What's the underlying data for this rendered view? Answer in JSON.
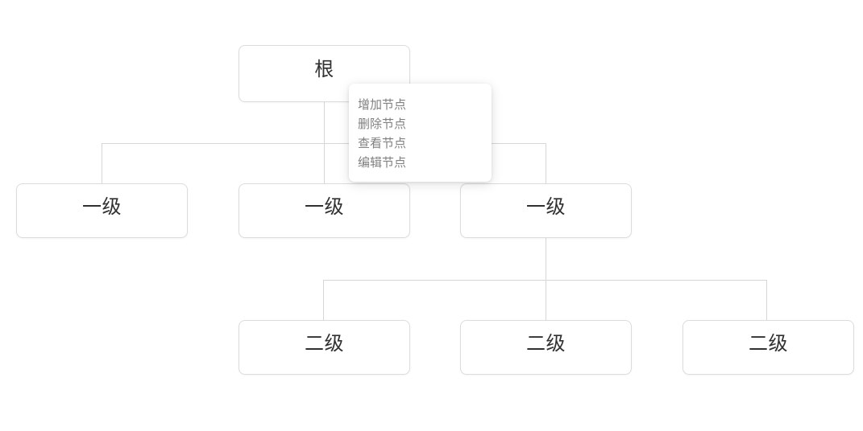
{
  "canvas": {
    "background": "#ffffff",
    "line_color": "#d6d6d6",
    "node_border_color": "#dcdcdc",
    "node_text_color": "#303030",
    "menu_text_color": "#808080"
  },
  "tree": {
    "root": {
      "label": "根"
    },
    "level1": [
      {
        "label": "一级"
      },
      {
        "label": "一级"
      },
      {
        "label": "一级"
      }
    ],
    "level2": [
      {
        "label": "二级"
      },
      {
        "label": "二级"
      },
      {
        "label": "二级"
      }
    ]
  },
  "context_menu": {
    "items": [
      {
        "label": "增加节点"
      },
      {
        "label": "删除节点"
      },
      {
        "label": "查看节点"
      },
      {
        "label": "编辑节点"
      }
    ]
  }
}
